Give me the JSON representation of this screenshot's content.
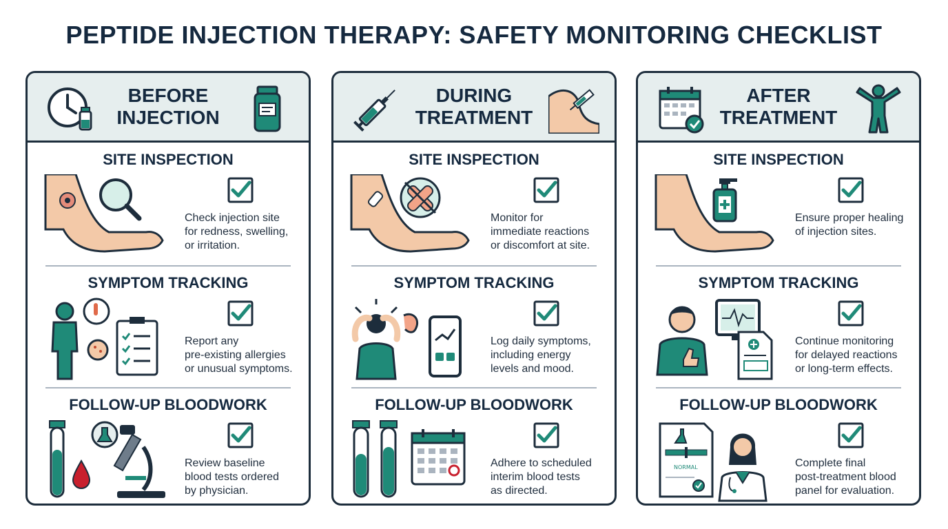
{
  "title": "PEPTIDE INJECTION THERAPY: SAFETY MONITORING CHECKLIST",
  "colors": {
    "teal": "#1f8a78",
    "navy": "#1d2d3c",
    "skin": "#f3c9a8",
    "header_bg": "#e6eeee"
  },
  "panels": [
    {
      "title_line1": "BEFORE",
      "title_line2": "INJECTION",
      "icons": [
        "clock-icon",
        "vial-icon"
      ],
      "sections": [
        {
          "title": "SITE INSPECTION",
          "icon": "magnifier-arm-icon",
          "lines": [
            "Check injection site",
            "for redness, swelling,",
            "or irritation."
          ]
        },
        {
          "title": "SYMPTOM TRACKING",
          "icon": "person-clipboard-icon",
          "lines": [
            "Report any",
            "pre-existing allergies",
            "or unusual symptoms."
          ]
        },
        {
          "title": "FOLLOW-UP BLOODWORK",
          "icon": "test-tubes-microscope-icon",
          "lines": [
            "Review baseline",
            "blood tests ordered",
            "by physician."
          ]
        }
      ]
    },
    {
      "title_line1": "DURING",
      "title_line2": "TREATMENT",
      "icons": [
        "syringe-icon",
        "arm-injection-icon"
      ],
      "sections": [
        {
          "title": "SITE INSPECTION",
          "icon": "bandage-arm-icon",
          "lines": [
            "Monitor for",
            "immediate reactions",
            "or discomfort at site."
          ]
        },
        {
          "title": "SYMPTOM TRACKING",
          "icon": "headache-phone-icon",
          "lines": [
            "Log daily symptoms,",
            "including energy",
            "levels and mood."
          ]
        },
        {
          "title": "FOLLOW-UP BLOODWORK",
          "icon": "test-tubes-calendar-icon",
          "lines": [
            "Adhere to scheduled",
            "interim blood tests",
            "as directed."
          ]
        }
      ]
    },
    {
      "title_line1": "AFTER",
      "title_line2": "TREATMENT",
      "icons": [
        "calendar-check-icon",
        "person-celebrating-icon"
      ],
      "sections": [
        {
          "title": "SITE INSPECTION",
          "icon": "sanitizer-arm-icon",
          "lines": [
            "Ensure proper healing",
            "of injection sites."
          ]
        },
        {
          "title": "SYMPTOM TRACKING",
          "icon": "person-monitor-icon",
          "lines": [
            "Continue monitoring",
            "for delayed reactions",
            "or long-term effects."
          ]
        },
        {
          "title": "FOLLOW-UP BLOODWORK",
          "icon": "report-doctor-icon",
          "report_label": "NORMAL",
          "lines": [
            "Complete final",
            "post-treatment blood",
            "panel for evaluation."
          ]
        }
      ]
    }
  ]
}
